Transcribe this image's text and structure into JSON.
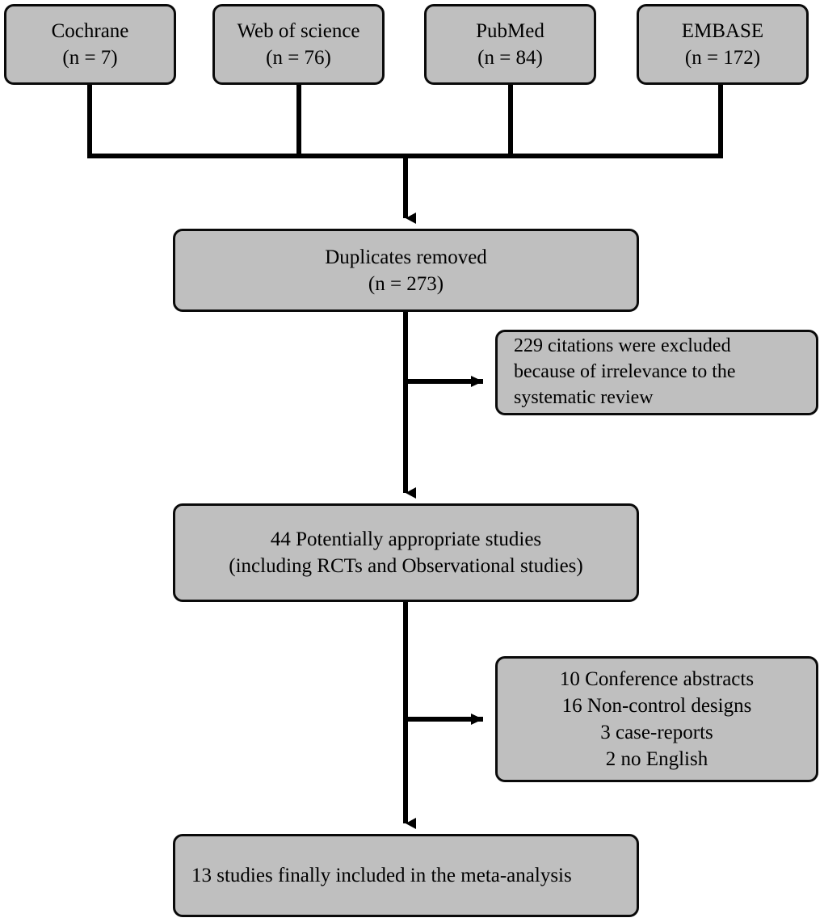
{
  "diagram": {
    "type": "prisma-flow-diagram",
    "colors": {
      "box_fill": "#bfbfbf",
      "box_border": "#0a0a0a",
      "connector": "#000000",
      "background": "#ffffff",
      "text": "#000000"
    },
    "sources": [
      {
        "name": "Cochrane",
        "count_label": "(n = 7)",
        "count": 7
      },
      {
        "name": "Web of science",
        "count_label": "(n = 76)",
        "count": 76
      },
      {
        "name": "PubMed",
        "count_label": "(n = 84)",
        "count": 84
      },
      {
        "name": "EMBASE",
        "count_label": "(n = 172)",
        "count": 172
      }
    ],
    "duplicates": {
      "title": "Duplicates removed",
      "count_label": "(n = 273)",
      "count": 273
    },
    "excluded_irrelevant": {
      "line1": "229 citations were excluded",
      "line2": "because of irrelevance to the",
      "line3": "systematic review",
      "count": 229
    },
    "potential": {
      "line1": "44 Potentially appropriate studies",
      "line2": "(including RCTs and Observational studies)",
      "count": 44
    },
    "excluded_designs": {
      "line1": "10 Conference abstracts",
      "line2": "16 Non-control designs",
      "line3": "3 case-reports",
      "line4": "2 no English",
      "counts": [
        10,
        16,
        3,
        2
      ]
    },
    "included": {
      "text": "13 studies finally included in the meta-analysis",
      "count": 13
    }
  }
}
